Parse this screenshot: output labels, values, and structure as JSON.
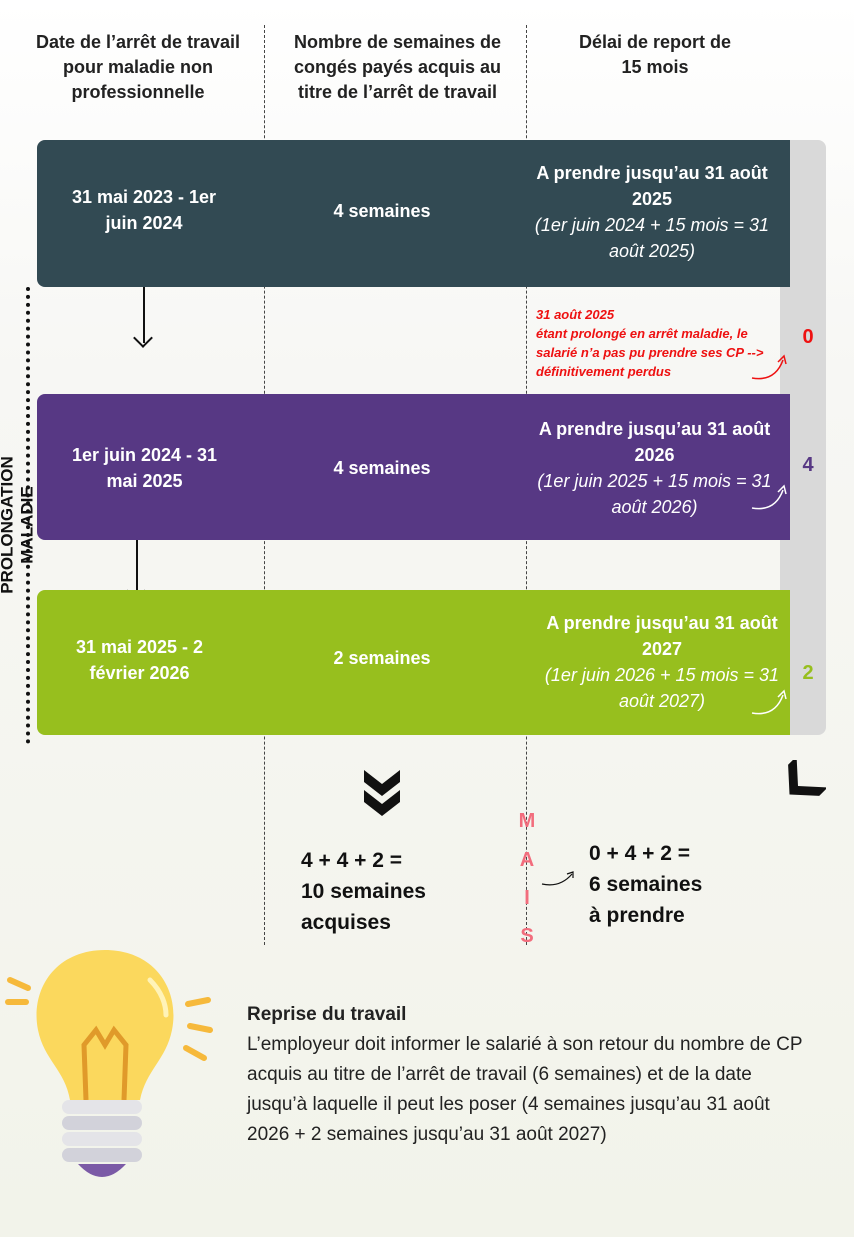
{
  "headers": [
    "Date de l’arrêt de travail pour maladie non professionnelle",
    "Nombre de semaines de congés payés acquis au titre de l’arrêt de travail",
    "Délai de report de 15 mois"
  ],
  "side_label": "PROLONGATION MALADIE",
  "colors": {
    "period1": "#324a53",
    "period2": "#573884",
    "period3": "#97bf1e",
    "note": "#ee1111",
    "mais": "#f26d7d"
  },
  "periods": [
    {
      "dates": "31 mai 2023 - 1er juin 2024",
      "weeks": "4 semaines",
      "deadline": "A prendre jusqu’au 31 août 2025",
      "calc": "(1er juin 2024 + 15 mois = 31 août 2025)",
      "remaining": "0"
    },
    {
      "dates": "1er juin 2024  - 31 mai 2025",
      "weeks": "4 semaines",
      "deadline": "A prendre jusqu’au 31 août 2026",
      "calc": "(1er juin 2025 + 15 mois = 31 août 2026)",
      "remaining": "4"
    },
    {
      "dates": "31 mai 2025 - 2 février 2026",
      "weeks": "2 semaines",
      "deadline": "A prendre jusqu’au 31 août 2027",
      "calc": "(1er juin 2026 + 15 mois = 31 août 2027)",
      "remaining": "2"
    }
  ],
  "note": {
    "title": "31 août 2025",
    "body": "étant prolongé en arrêt maladie, le salarié n’a pas pu prendre ses CP --> définitivement perdus"
  },
  "total_acquired": {
    "line1": "4 + 4 + 2 =",
    "line2": "10 semaines",
    "line3": "acquises"
  },
  "mais": [
    "M",
    "A",
    "I",
    "S"
  ],
  "total_to_take": {
    "line1": "0 + 4 + 2 =",
    "line2": "6 semaines",
    "line3": "à prendre"
  },
  "reprise": {
    "title": "Reprise du travail",
    "body": "L’employeur doit informer le salarié à son retour du nombre de CP acquis au titre de l’arrêt de travail (6 semaines) et de la date jusqu’à laquelle il peut les poser (4 semaines jusqu’au 31 août 2026 + 2 semaines  jusqu’au 31 août 2027)"
  }
}
